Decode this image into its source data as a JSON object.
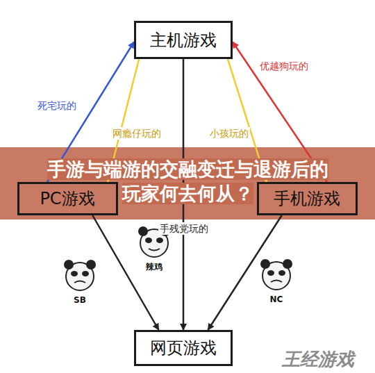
{
  "diagram": {
    "title": "手游与端游的交融变迁与退游后的玩家何去何从？",
    "nodes": [
      {
        "text": [
          "主机游戏"
        ]
      },
      {
        "text": [
          "PC游戏"
        ]
      },
      {
        "text": [
          "手机游戏"
        ]
      },
      {
        "text": [
          "网页游戏"
        ]
      }
    ],
    "edges": [
      {
        "from": 1,
        "to": 0,
        "arrow": "to",
        "label": "死宅玩的"
      },
      {
        "from": 0,
        "to": 1,
        "arrow": "to",
        "label": "网瘾仔玩的"
      },
      {
        "from": 2,
        "to": 0,
        "arrow": "to",
        "label": "优越狗玩的"
      },
      {
        "from": 0,
        "to": 2,
        "arrow": "to",
        "label": "小孩玩的"
      },
      {
        "from": 0,
        "to": 3,
        "arrow": "to",
        "label": "手残党玩的"
      },
      {
        "from": 1,
        "to": 3,
        "arrow": "to"
      },
      {
        "from": 2,
        "to": 3,
        "arrow": "to"
      }
    ],
    "labels": [
      "SB",
      "辣鸡",
      "NC",
      "王经游戏"
    ]
  }
}
